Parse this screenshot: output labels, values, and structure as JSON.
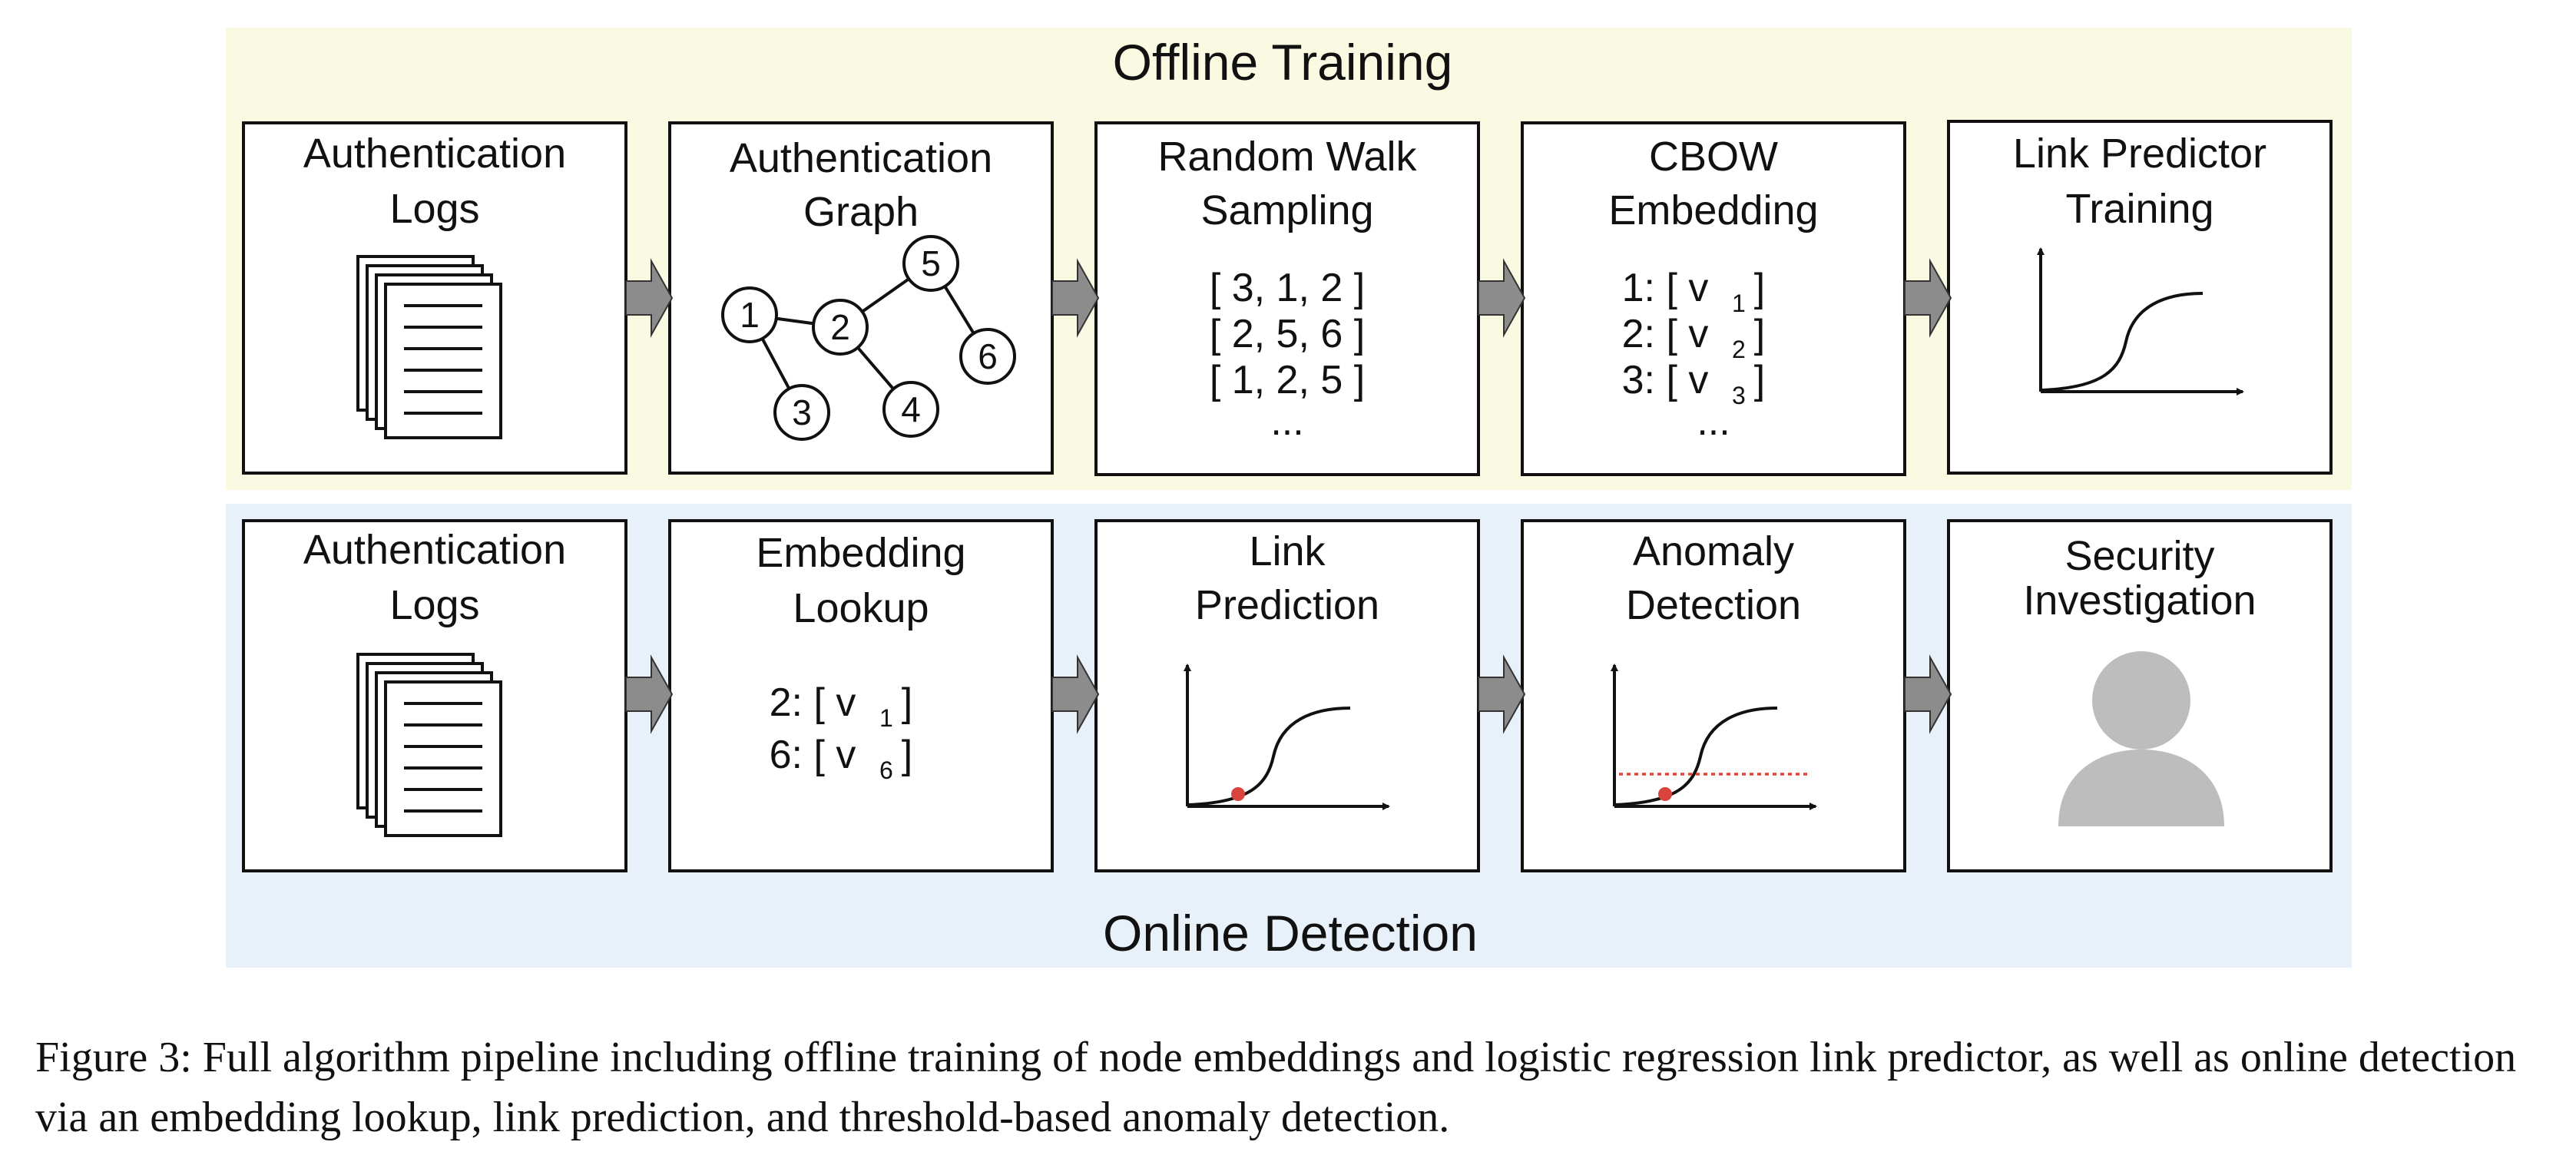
{
  "offline_title": "Offline Training",
  "online_title": "Online Detection",
  "offline": {
    "auth_logs": [
      "Authentication",
      "Logs"
    ],
    "auth_graph": {
      "title": [
        "Authentication",
        "Graph"
      ],
      "nodes": [
        "1",
        "2",
        "3",
        "4",
        "5",
        "6"
      ]
    },
    "random_walk": {
      "title": [
        "Random Walk",
        "Sampling"
      ],
      "walks": [
        "[ 3, 1, 2 ]",
        "[ 2, 5, 6 ]",
        "[ 1, 2, 5 ]",
        "..."
      ]
    },
    "cbow": {
      "title": [
        "CBOW",
        "Embedding"
      ],
      "rows": [
        {
          "prefix": "1: [ v",
          "sub": "1"
        },
        {
          "prefix": "2: [ v",
          "sub": "2"
        },
        {
          "prefix": "3: [ v",
          "sub": "3"
        }
      ],
      "ellipsis": "..."
    },
    "link_training": [
      "Link Predictor",
      "Training"
    ]
  },
  "online": {
    "auth_logs": [
      "Authentication",
      "Logs"
    ],
    "lookup": {
      "title": [
        "Embedding",
        "Lookup"
      ],
      "rows": [
        {
          "prefix": "2: [ v",
          "sub": "1"
        },
        {
          "prefix": "6: [ v",
          "sub": "6"
        }
      ]
    },
    "link_prediction": [
      "Link",
      "Prediction"
    ],
    "anomaly": [
      "Anomaly",
      "Detection"
    ],
    "security": [
      "Security",
      "Investigation"
    ]
  },
  "colors": {
    "offline_band": "#fafae3",
    "online_band": "#e8f1fa",
    "arrow": "#8c8c8c",
    "point": "#d9443c",
    "person": "#bdbdbd"
  },
  "caption": "Figure 3: Full algorithm pipeline including offline training of node embeddings and logistic regression link predictor, as well as online detection via an embedding lookup, link prediction, and threshold-based anomaly detection."
}
